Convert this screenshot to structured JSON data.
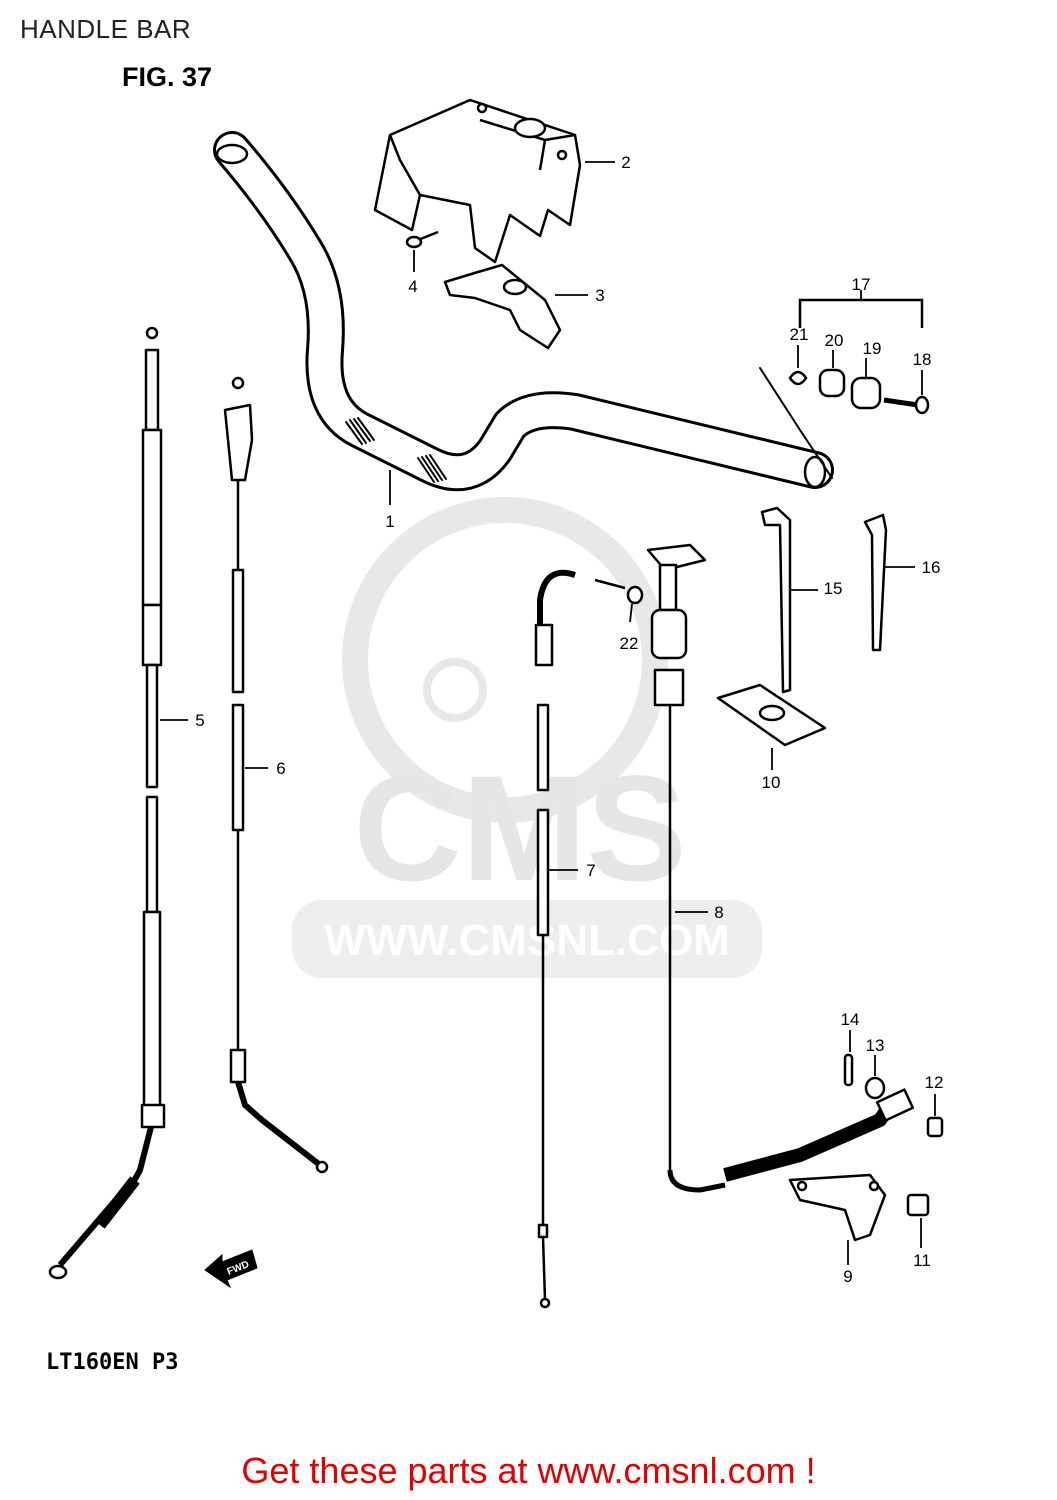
{
  "header": {
    "title": "HANDLE BAR",
    "figure": "FIG. 37"
  },
  "model_code": "LT160EN P3",
  "watermark": {
    "brand": "CMS",
    "url": "WWW.CMSNL.COM",
    "color": "#e6e6e6"
  },
  "fwd_arrow": "FWD",
  "footer": {
    "text": "Get these parts at www.cmsnl.com !",
    "color": "#e00000"
  },
  "callouts": [
    "1",
    "2",
    "3",
    "4",
    "5",
    "6",
    "7",
    "8",
    "9",
    "10",
    "11",
    "12",
    "13",
    "14",
    "15",
    "16",
    "17",
    "18",
    "19",
    "20",
    "21",
    "22"
  ]
}
